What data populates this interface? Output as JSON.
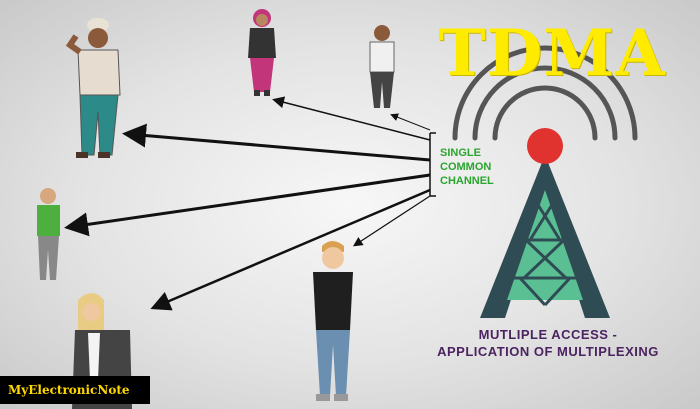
{
  "title": "TDMA",
  "channel_label": [
    "SINGLE",
    "COMMON",
    "CHANNEL"
  ],
  "caption": [
    "MUTLIPLE ACCESS -",
    "APPLICATION OF MULTIPLEXING"
  ],
  "watermark": "MyElectronicNote",
  "colors": {
    "title": "#ffeb00",
    "channel_text": "#2aa52e",
    "caption_text": "#4b2360",
    "tower_dark": "#2f4b54",
    "tower_light": "#5bbf94",
    "tower_top": "#e0322e",
    "signal_arcs": "#555555",
    "watermark_text": "#ffd800",
    "watermark_bg": "#000000"
  },
  "nodes": [
    "man-turban",
    "woman-hijab",
    "man-standing",
    "man-green-shirt",
    "woman-blonde",
    "man-black-tshirt"
  ]
}
